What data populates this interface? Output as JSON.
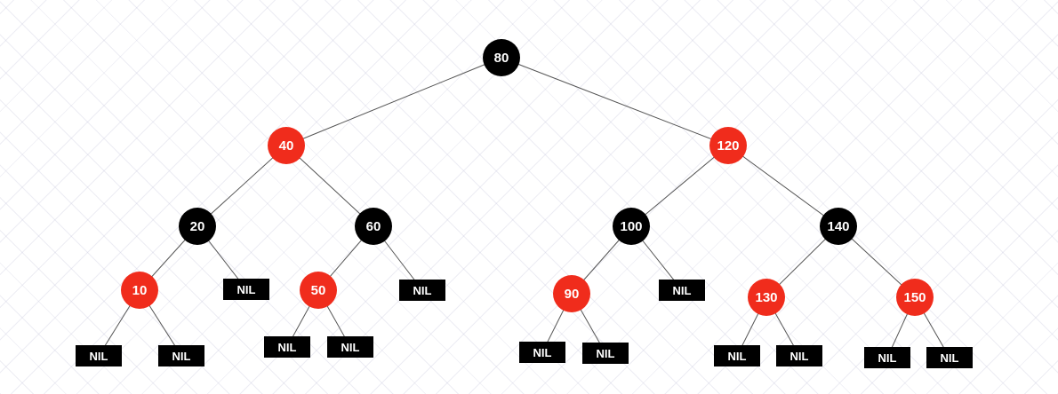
{
  "colors": {
    "red": "#f02c1c",
    "black": "#000000",
    "edge": "#555555"
  },
  "tree": {
    "nodes": [
      {
        "id": "n80",
        "label": "80",
        "color": "black"
      },
      {
        "id": "n40",
        "label": "40",
        "color": "red"
      },
      {
        "id": "n120",
        "label": "120",
        "color": "red"
      },
      {
        "id": "n20",
        "label": "20",
        "color": "black"
      },
      {
        "id": "n60",
        "label": "60",
        "color": "black"
      },
      {
        "id": "n100",
        "label": "100",
        "color": "black"
      },
      {
        "id": "n140",
        "label": "140",
        "color": "black"
      },
      {
        "id": "n10",
        "label": "10",
        "color": "red"
      },
      {
        "id": "nil1",
        "label": "NIL",
        "color": "nil"
      },
      {
        "id": "n50",
        "label": "50",
        "color": "red"
      },
      {
        "id": "nil2",
        "label": "NIL",
        "color": "nil"
      },
      {
        "id": "n90",
        "label": "90",
        "color": "red"
      },
      {
        "id": "nil3",
        "label": "NIL",
        "color": "nil"
      },
      {
        "id": "n130",
        "label": "130",
        "color": "red"
      },
      {
        "id": "n150",
        "label": "150",
        "color": "red"
      },
      {
        "id": "nil4",
        "label": "NIL",
        "color": "nil"
      },
      {
        "id": "nil5",
        "label": "NIL",
        "color": "nil"
      },
      {
        "id": "nil6",
        "label": "NIL",
        "color": "nil"
      },
      {
        "id": "nil7",
        "label": "NIL",
        "color": "nil"
      },
      {
        "id": "nil8",
        "label": "NIL",
        "color": "nil"
      },
      {
        "id": "nil9",
        "label": "NIL",
        "color": "nil"
      },
      {
        "id": "nil10",
        "label": "NIL",
        "color": "nil"
      },
      {
        "id": "nil11",
        "label": "NIL",
        "color": "nil"
      },
      {
        "id": "nil12",
        "label": "NIL",
        "color": "nil"
      },
      {
        "id": "nil13",
        "label": "NIL",
        "color": "nil"
      }
    ],
    "edges": [
      [
        "n80",
        "n40"
      ],
      [
        "n80",
        "n120"
      ],
      [
        "n40",
        "n20"
      ],
      [
        "n40",
        "n60"
      ],
      [
        "n120",
        "n100"
      ],
      [
        "n120",
        "n140"
      ],
      [
        "n20",
        "n10"
      ],
      [
        "n20",
        "nil1"
      ],
      [
        "n60",
        "n50"
      ],
      [
        "n60",
        "nil2"
      ],
      [
        "n100",
        "n90"
      ],
      [
        "n100",
        "nil3"
      ],
      [
        "n140",
        "n130"
      ],
      [
        "n140",
        "n150"
      ],
      [
        "n10",
        "nil4"
      ],
      [
        "n10",
        "nil5"
      ],
      [
        "n50",
        "nil6"
      ],
      [
        "n50",
        "nil7"
      ],
      [
        "n90",
        "nil8"
      ],
      [
        "n90",
        "nil9"
      ],
      [
        "n130",
        "nil10"
      ],
      [
        "n130",
        "nil11"
      ],
      [
        "n150",
        "nil12"
      ],
      [
        "n150",
        "nil13"
      ]
    ]
  }
}
